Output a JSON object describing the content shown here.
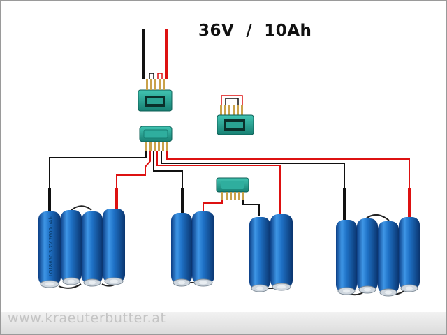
{
  "title": "36V  /  10Ah",
  "watermark": "www.kraeuterbutter.at",
  "cell_print": "LG18650 3.7V 2600mAh",
  "colors": {
    "positive_wire": "#dd1111",
    "negative_wire": "#111111",
    "cell_blue": "#1d6fc2",
    "connector_teal": "#1f9a8c",
    "background": "#ffffff",
    "footer_gray": "#e2e2e2"
  },
  "icons": [
    "battery-cell-icon",
    "multiplex-connector-icon",
    "wire-icon"
  ]
}
